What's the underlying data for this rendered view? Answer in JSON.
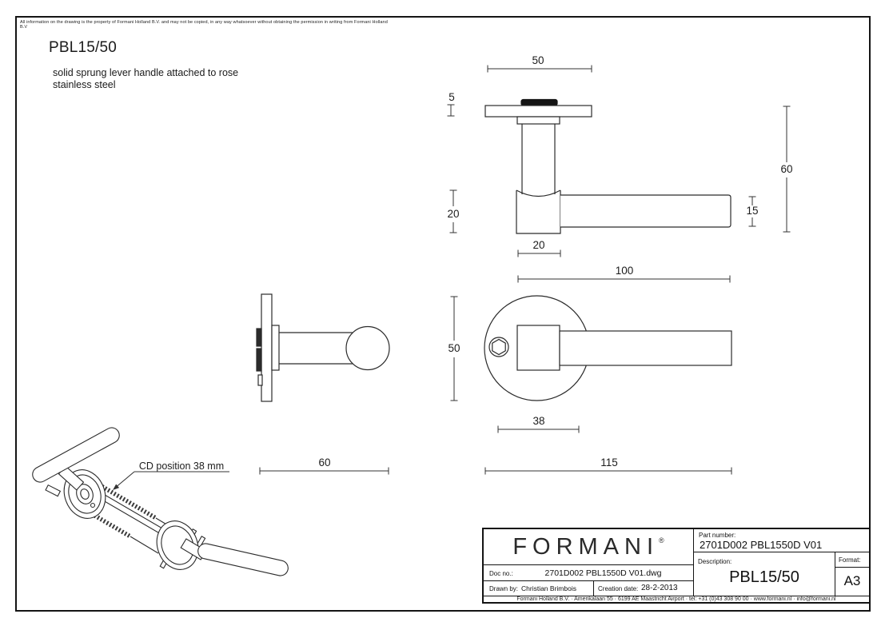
{
  "page": {
    "disclaimer": "All information on the drawing is the property of Formani Holland B.V. and may not be copied, in any way whatsoever without obtaining the permission in writing from Formani Holland B.V",
    "title": "PBL15/50",
    "description_line1": "solid sprung lever handle attached to rose",
    "description_line2": "stainless steel"
  },
  "drawing": {
    "annotation_cd": "CD position 38 mm",
    "dims": {
      "rose_width": "50",
      "rose_thickness": "5",
      "grip_height": "20",
      "bar_height": "15",
      "total_height": "60",
      "neck_width": "20",
      "lever_length": "100",
      "rose_diameter": "50",
      "cd_offset": "38",
      "total_length": "115",
      "end_depth": "60"
    }
  },
  "title_block": {
    "logo": "FORMANI",
    "logo_reg": "®",
    "part_number_label": "Part number:",
    "part_number": "2701D002 PBL1550D V01",
    "description_label": "Description:",
    "description": "PBL15/50",
    "format_label": "Format:",
    "format": "A3",
    "doc_no_label": "Doc no.:",
    "doc_no": "2701D002 PBL1550D V01.dwg",
    "drawn_by_label": "Drawn by:",
    "drawn_by": "Christian Brimbois",
    "creation_date_label": "Creation date:",
    "creation_date": "28-2-2013",
    "footer": "Formani Holland B.V. · Amerikalaan 55 · 6199 AE Maastricht Airport · tel: +31 (0)43 308 90 00 · www.formani.nl · info@formani.nl"
  },
  "colors": {
    "line": "#2b2b2b",
    "dim_line": "#333333",
    "text": "#111111",
    "background": "#ffffff"
  }
}
